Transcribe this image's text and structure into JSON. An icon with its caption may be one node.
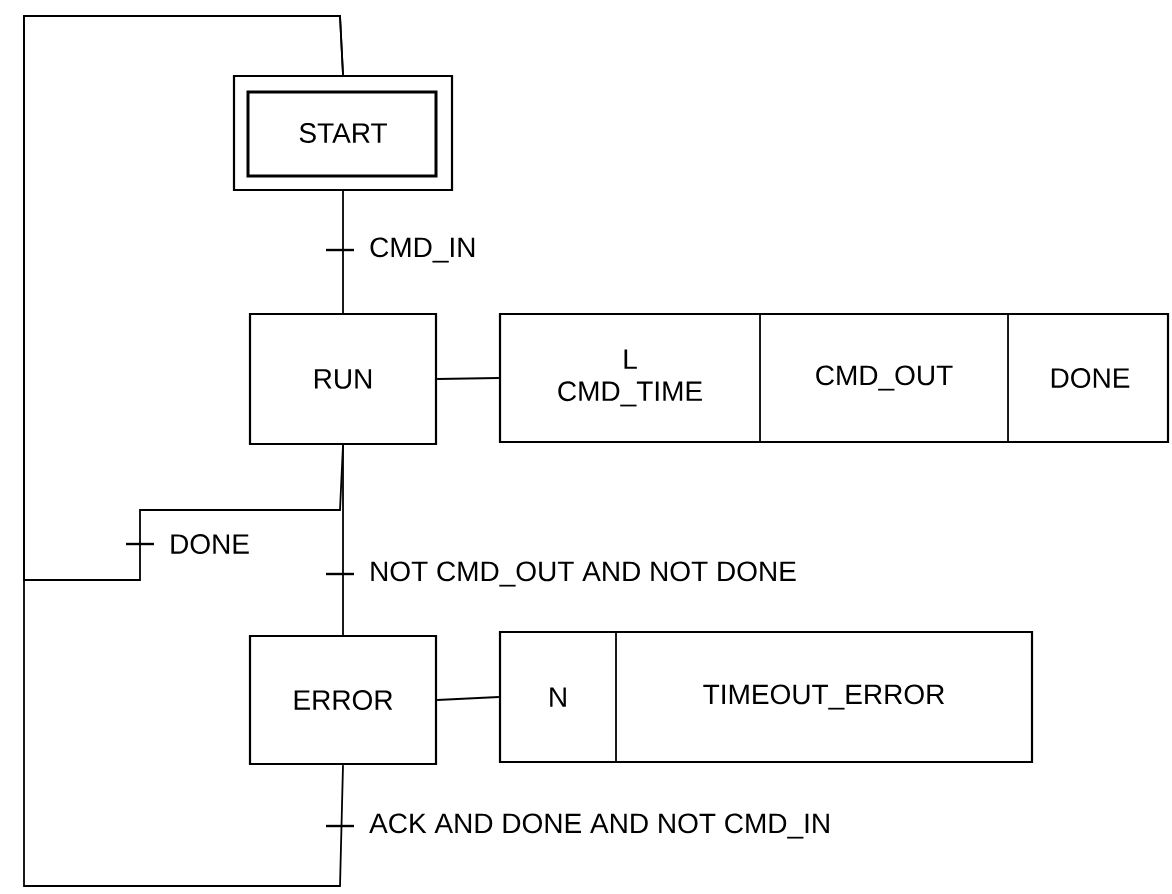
{
  "diagram": {
    "nodes": [
      {
        "text": [
          "START"
        ]
      },
      {
        "text": [
          "RUN"
        ]
      },
      {
        "text": [
          "L",
          "CMD_TIME",
          "CMD_OUT",
          "DONE"
        ]
      },
      {
        "text": [
          "ERROR"
        ]
      },
      {
        "text": [
          "N",
          "TIMEOUT_ERROR"
        ]
      }
    ],
    "edges": [
      {
        "from": 0,
        "to": 1,
        "arrow": "none",
        "label": "CMD_IN"
      },
      {
        "from": 1,
        "to": 2,
        "arrow": "none"
      },
      {
        "from": 1,
        "to": 0,
        "arrow": "none",
        "label": "DONE"
      },
      {
        "from": 1,
        "to": 3,
        "arrow": "none",
        "label": "NOT CMD_OUT AND NOT DONE"
      },
      {
        "from": 3,
        "to": 4,
        "arrow": "none"
      },
      {
        "from": 3,
        "to": 0,
        "arrow": "none",
        "label": "ACK AND DONE AND NOT CMD_IN"
      }
    ]
  }
}
